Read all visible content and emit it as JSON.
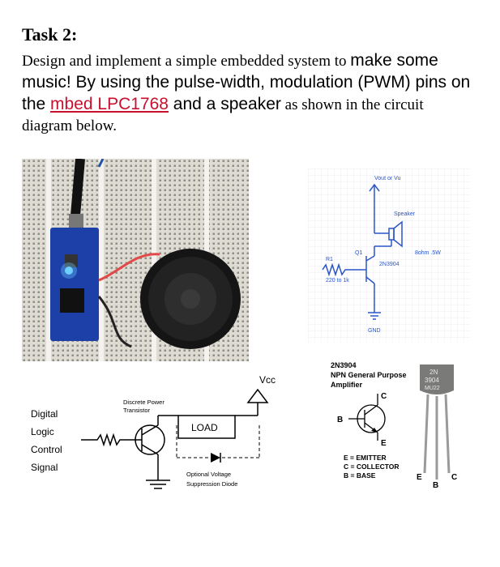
{
  "title": "Task 2:",
  "para": {
    "p1": "Design and implement a simple embedded system to ",
    "p2": "make some music! By using the pulse-width, modulation (PWM) pins on the ",
    "link": "mbed LPC1768",
    "p3": " and a speaker",
    "p4": " as shown in the circuit diagram below."
  },
  "circuit": {
    "vout": "Vout or Vu",
    "speaker": "Speaker",
    "q1": "Q1",
    "r1": "R1",
    "rval": "220 to 1k",
    "part": "2N3904",
    "ohm": "8ohm .5W",
    "gnd": "GND"
  },
  "schematic": {
    "vcc": "Vcc",
    "transistor": "Discrete Power",
    "transistor2": "Transistor",
    "load": "LOAD",
    "diode1": "Optional Voltage",
    "diode2": "Suppression Diode",
    "sig1": "Digital",
    "sig2": "Logic",
    "sig3": "Control",
    "sig4": "Signal"
  },
  "pinout": {
    "name": "2N3904",
    "desc1": "NPN General Purpose",
    "desc2": "Amplifier",
    "c": "C",
    "b": "B",
    "e": "E",
    "emitter": "E = EMITTER",
    "collector": "C = COLLECTOR",
    "base": "B = BASE",
    "pkg1": "2N",
    "pkg2": "3904",
    "pkg3": "MU22",
    "legE": "E",
    "legB": "B",
    "legC": "C"
  },
  "colors": {
    "link": "#c8102e",
    "circuitBlue": "#2a55c8"
  }
}
